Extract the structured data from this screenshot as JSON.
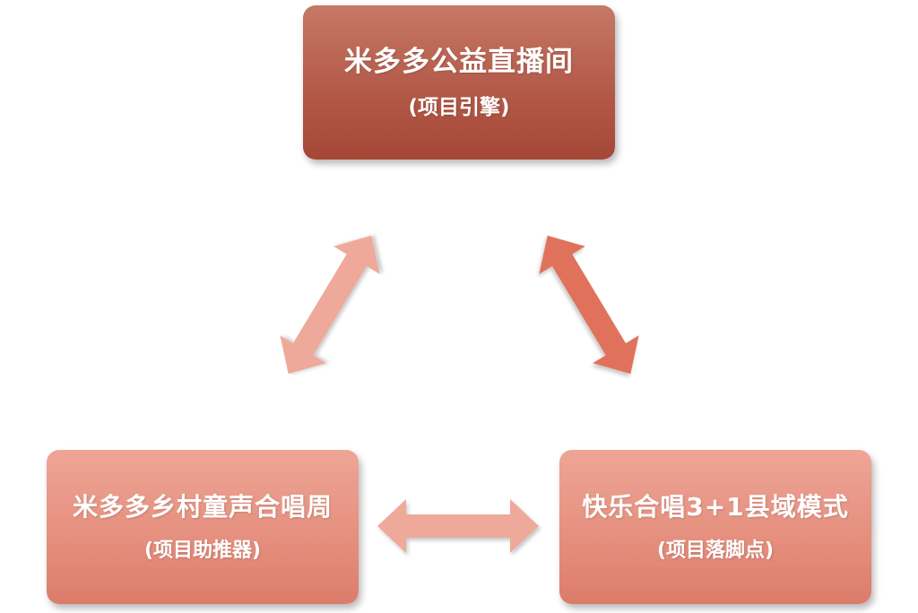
{
  "nodes": {
    "top": {
      "title": "米多多公益直播间",
      "subtitle": "(项目引擎)"
    },
    "left": {
      "title": "米多多乡村童声合唱周",
      "subtitle": "(项目助推器)"
    },
    "right": {
      "title": "快乐合唱3+1县域模式",
      "subtitle": "(项目落脚点)"
    }
  },
  "colors": {
    "top_box": "#b45a49",
    "bottom_boxes": "#e58e7d",
    "arrow_left": "#eea99a",
    "arrow_right": "#e0725c",
    "arrow_bottom": "#eea99a"
  }
}
